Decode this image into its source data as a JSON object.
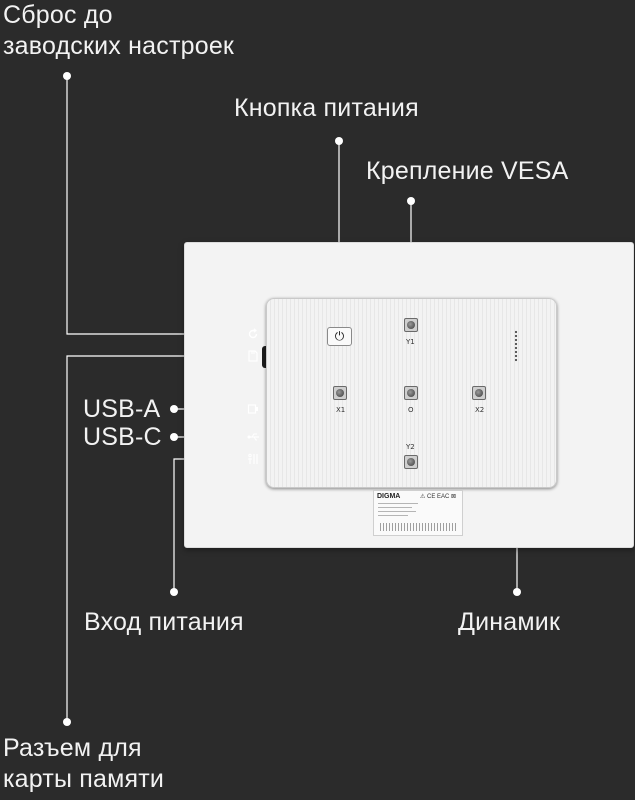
{
  "labels": {
    "reset": "Сброс до\nзаводских настроек",
    "power_button": "Кнопка питания",
    "vesa": "Крепление VESA",
    "usb_a": "USB-A",
    "usb_c": "USB-C",
    "power_input": "Вход питания",
    "speaker": "Динамик",
    "card_slot": "Разъем для\nкарты памяти"
  },
  "device": {
    "vesa_labels": {
      "y1": "Y1",
      "x1": "X1",
      "o": "O",
      "x2": "X2",
      "y2": "Y2"
    },
    "sticker_brand": "DIGMA",
    "sticker_certs": "⚠ CE EAC ⊠"
  },
  "icons": {
    "reset": "reset-icon",
    "card_slot": "sd-card-icon",
    "usb_a": "usb-a-icon",
    "usb_c": "usb-c-icon",
    "power_input": "power-input-icon",
    "power_button": "power-icon"
  },
  "colors": {
    "background": "#2b2b2b",
    "text": "#f2f2f2",
    "device": "#f3f3f3"
  }
}
